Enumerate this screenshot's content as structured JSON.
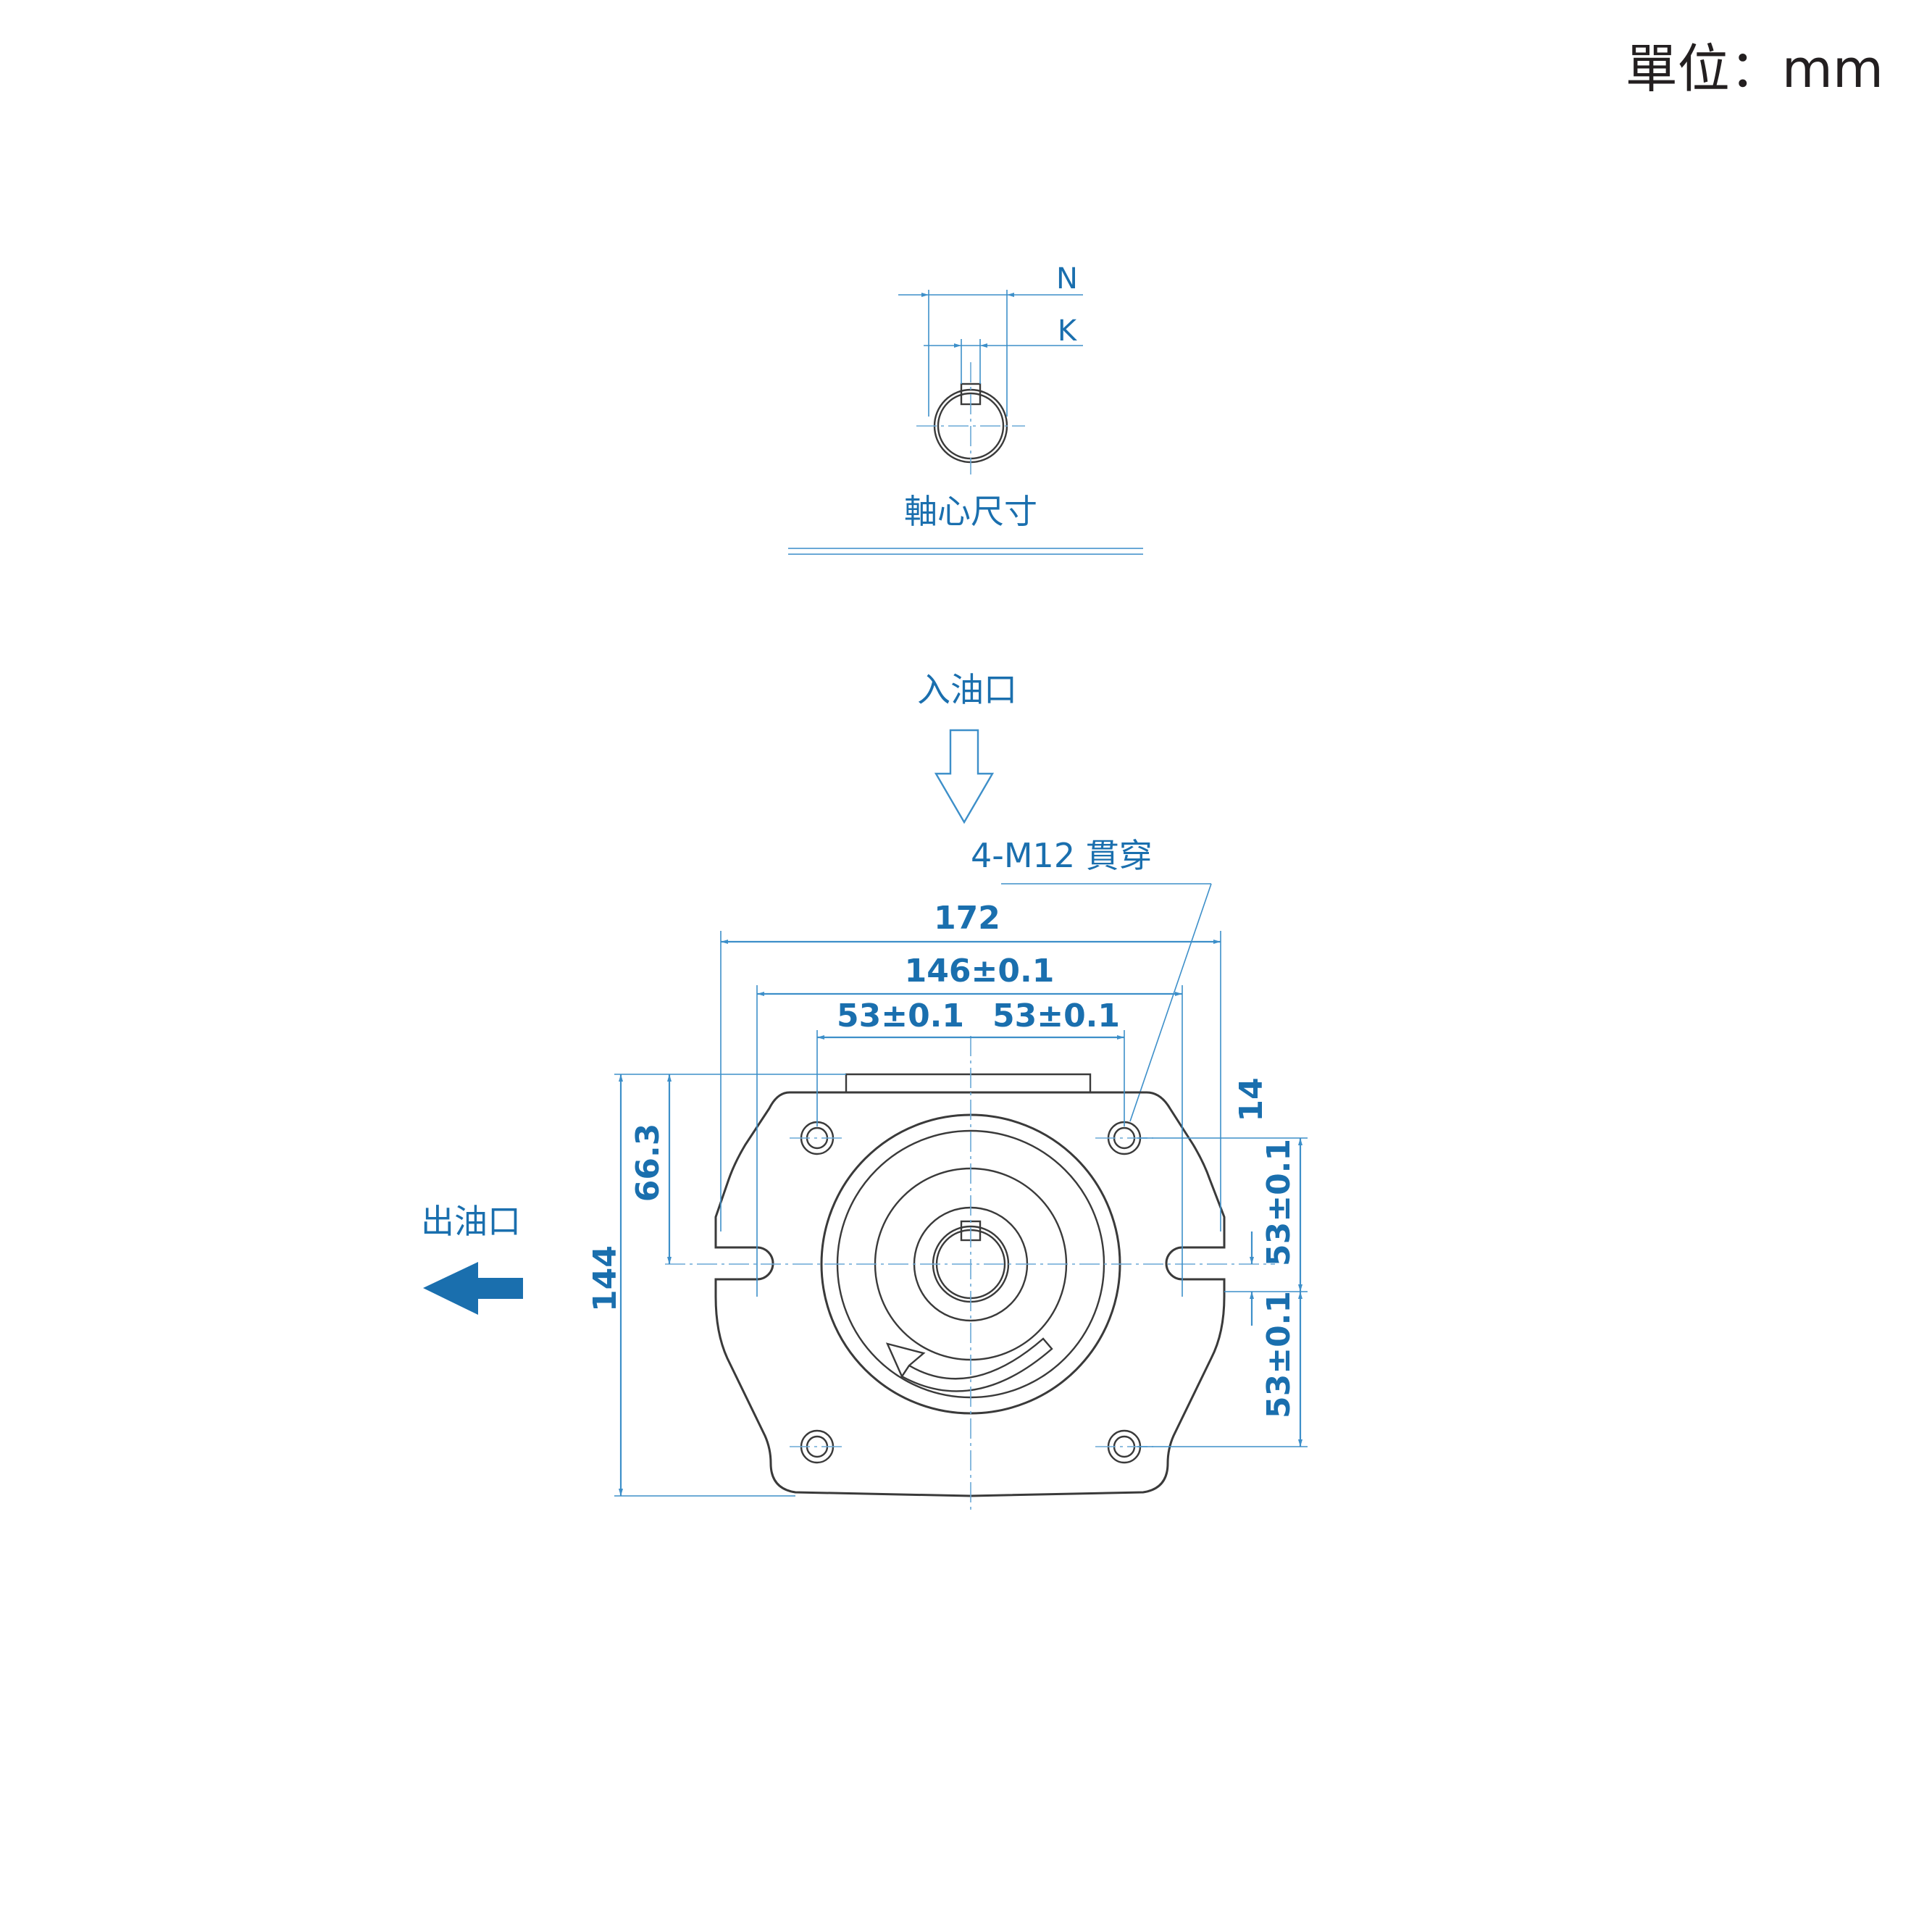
{
  "unit_label": "單位：mm",
  "shaft_section": {
    "title": "軸心尺寸",
    "label_n": "N",
    "label_k": "K"
  },
  "front_view": {
    "inlet_label": "入油口",
    "outlet_label": "出油口",
    "holes_note": "4-M12 貫穿",
    "dim_overall_width": "172",
    "dim_hole_pitch": "146±0.1",
    "dim_half_left": "53±0.1",
    "dim_half_right": "53±0.1",
    "dim_overall_height": "144",
    "dim_center_height": "66.3",
    "dim_top_offset": "14",
    "dim_upper_pitch": "53±0.1",
    "dim_lower_pitch": "53±0.1"
  },
  "colors": {
    "accent": "#1a6fae",
    "dimension_line": "#3d8fc9",
    "outline": "#3a3a3a"
  }
}
